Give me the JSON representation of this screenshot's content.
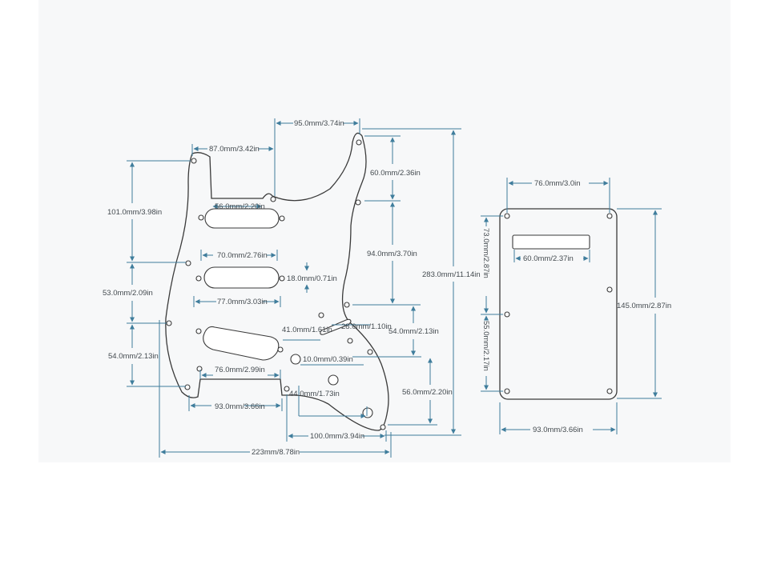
{
  "diagram": {
    "pickguard": {
      "dimensions": {
        "top_arm_width": "95.0mm/3.74in",
        "bass_horn_width": "87.0mm/3.42in",
        "neck_pocket_depth": "60.0mm/2.36in",
        "neck_pocket_width": "56.0mm/2.20in",
        "upper_section_height": "101.0mm/3.98in",
        "middle_pickup_width": "70.0mm/2.76in",
        "pickup_height": "18.0mm/0.71in",
        "middle_section_height": "94.0mm/3.70in",
        "overall_length": "283.0mm/11.14in",
        "pickup_spacing": "53.0mm/2.09in",
        "middle_pickup_span": "77.0mm/3.03in",
        "switch_slot_offset": "41.0mm/1.61in",
        "switch_slot_length": "28.0mm/1.10in",
        "control_height": "54.0mm/2.13in",
        "lower_section_height": "54.0mm/2.13in",
        "jack_hole": "10.0mm/0.39in",
        "cutout_width": "76.0mm/2.99in",
        "bottom_height": "56.0mm/2.20in",
        "knob_spacing": "44.0mm/1.73in",
        "lower_width": "93.0mm/3.66in",
        "bottom_width": "100.0mm/3.94in",
        "overall_width": "223mm/8.78in"
      }
    },
    "back_plate": {
      "dimensions": {
        "top_width": "76.0mm/3.0in",
        "upper_height": "73.0mm/2.87in",
        "slot_width": "60.0mm/2.37in",
        "overall_height": "145.0mm/2.87in",
        "lower_height": "55.0mm/2.17in",
        "bottom_width": "93.0mm/3.66in"
      }
    }
  }
}
